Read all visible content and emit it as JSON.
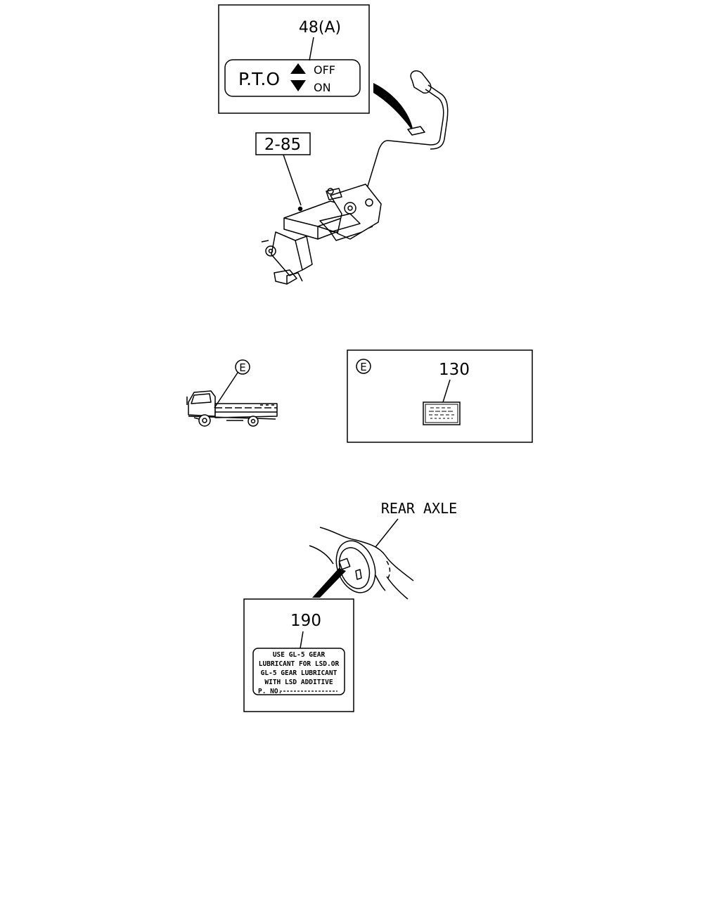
{
  "pto_callout": {
    "part_ref": "48(A)",
    "badge_text": "P.T.O",
    "off_label": "OFF",
    "on_label": "ON"
  },
  "lever_assembly": {
    "ref_box": "2-85"
  },
  "vehicle_location": {
    "marker": "E"
  },
  "label_130_callout": {
    "marker": "E",
    "part_ref": "130"
  },
  "rear_axle": {
    "title": "REAR AXLE"
  },
  "label_190_callout": {
    "part_ref": "190",
    "lines": [
      "USE GL-5 GEAR",
      "LUBRICANT FOR LSD.OR",
      "GL-5 GEAR LUBRICANT",
      "WITH LSD ADDITIVE"
    ],
    "pno_label": "P. NO."
  }
}
